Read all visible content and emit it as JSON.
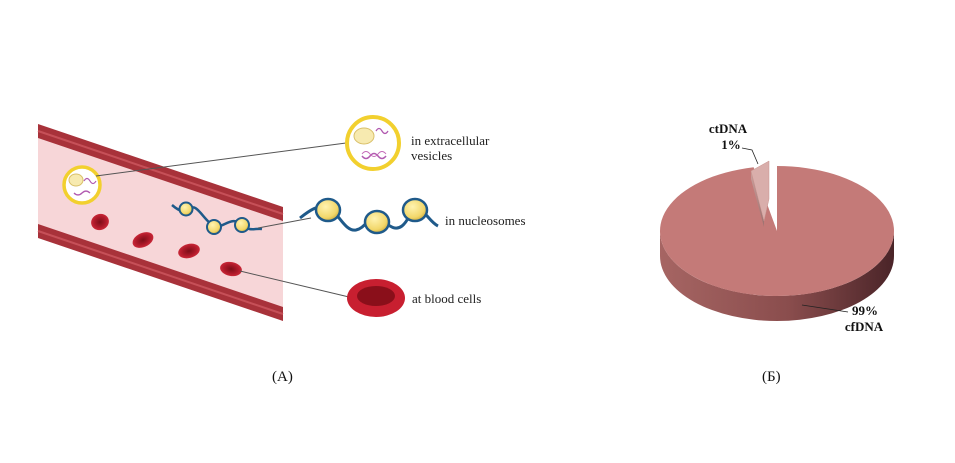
{
  "panel_a": {
    "caption": "(А)",
    "labels": {
      "vesicles_line1": "in extracellular",
      "vesicles_line2": "vesicles",
      "nucleosomes": "in nucleosomes",
      "blood_cells": "at blood cells"
    }
  },
  "panel_b": {
    "caption": "(Б)"
  },
  "chart_data": {
    "type": "pie",
    "title": "",
    "slices": [
      {
        "name": "ctDNA",
        "label": "1%",
        "value": 1,
        "color": "#d9aeab",
        "exploded": true
      },
      {
        "name": "cfDNA",
        "label": "99%",
        "value": 99,
        "color": "#c47a78",
        "exploded": false
      }
    ],
    "three_d": true,
    "legend": "none"
  },
  "colors": {
    "vessel_wall": "#a8323a",
    "vessel_inner": "#f7d6d8",
    "blood_cell": "#b01a2a",
    "vesicle_ring": "#f2d02e",
    "dna_strand": "#1f5a8a",
    "histone": "#f2d76a"
  }
}
